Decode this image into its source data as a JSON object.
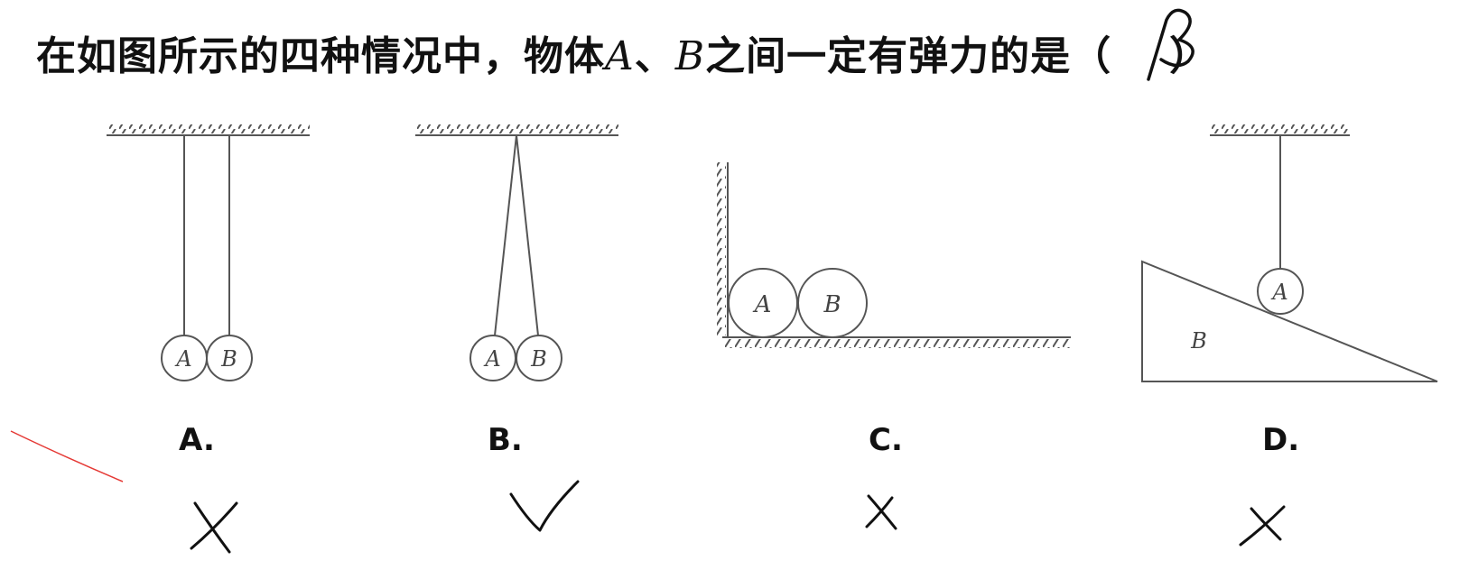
{
  "question": {
    "prefix": "在如图所示的四种情况中，物体",
    "var_a": "A",
    "sep": "、",
    "var_b": "B",
    "middle": "之间一定有弹力的是（",
    "suffix": "）"
  },
  "handwritten_answer": "B",
  "options": [
    {
      "label": "A.",
      "ball_labels": [
        "A",
        "B"
      ],
      "mark": "✗"
    },
    {
      "label": "B.",
      "ball_labels": [
        "A",
        "B"
      ],
      "mark": "✓"
    },
    {
      "label": "C.",
      "ball_labels": [
        "A",
        "B"
      ],
      "mark": "✗"
    },
    {
      "label": "D.",
      "ball_labels": [
        "A",
        "B"
      ],
      "mark": "✗"
    }
  ],
  "colors": {
    "ink": "#111111",
    "diagram": "#555555",
    "annotation": "#e53935"
  }
}
